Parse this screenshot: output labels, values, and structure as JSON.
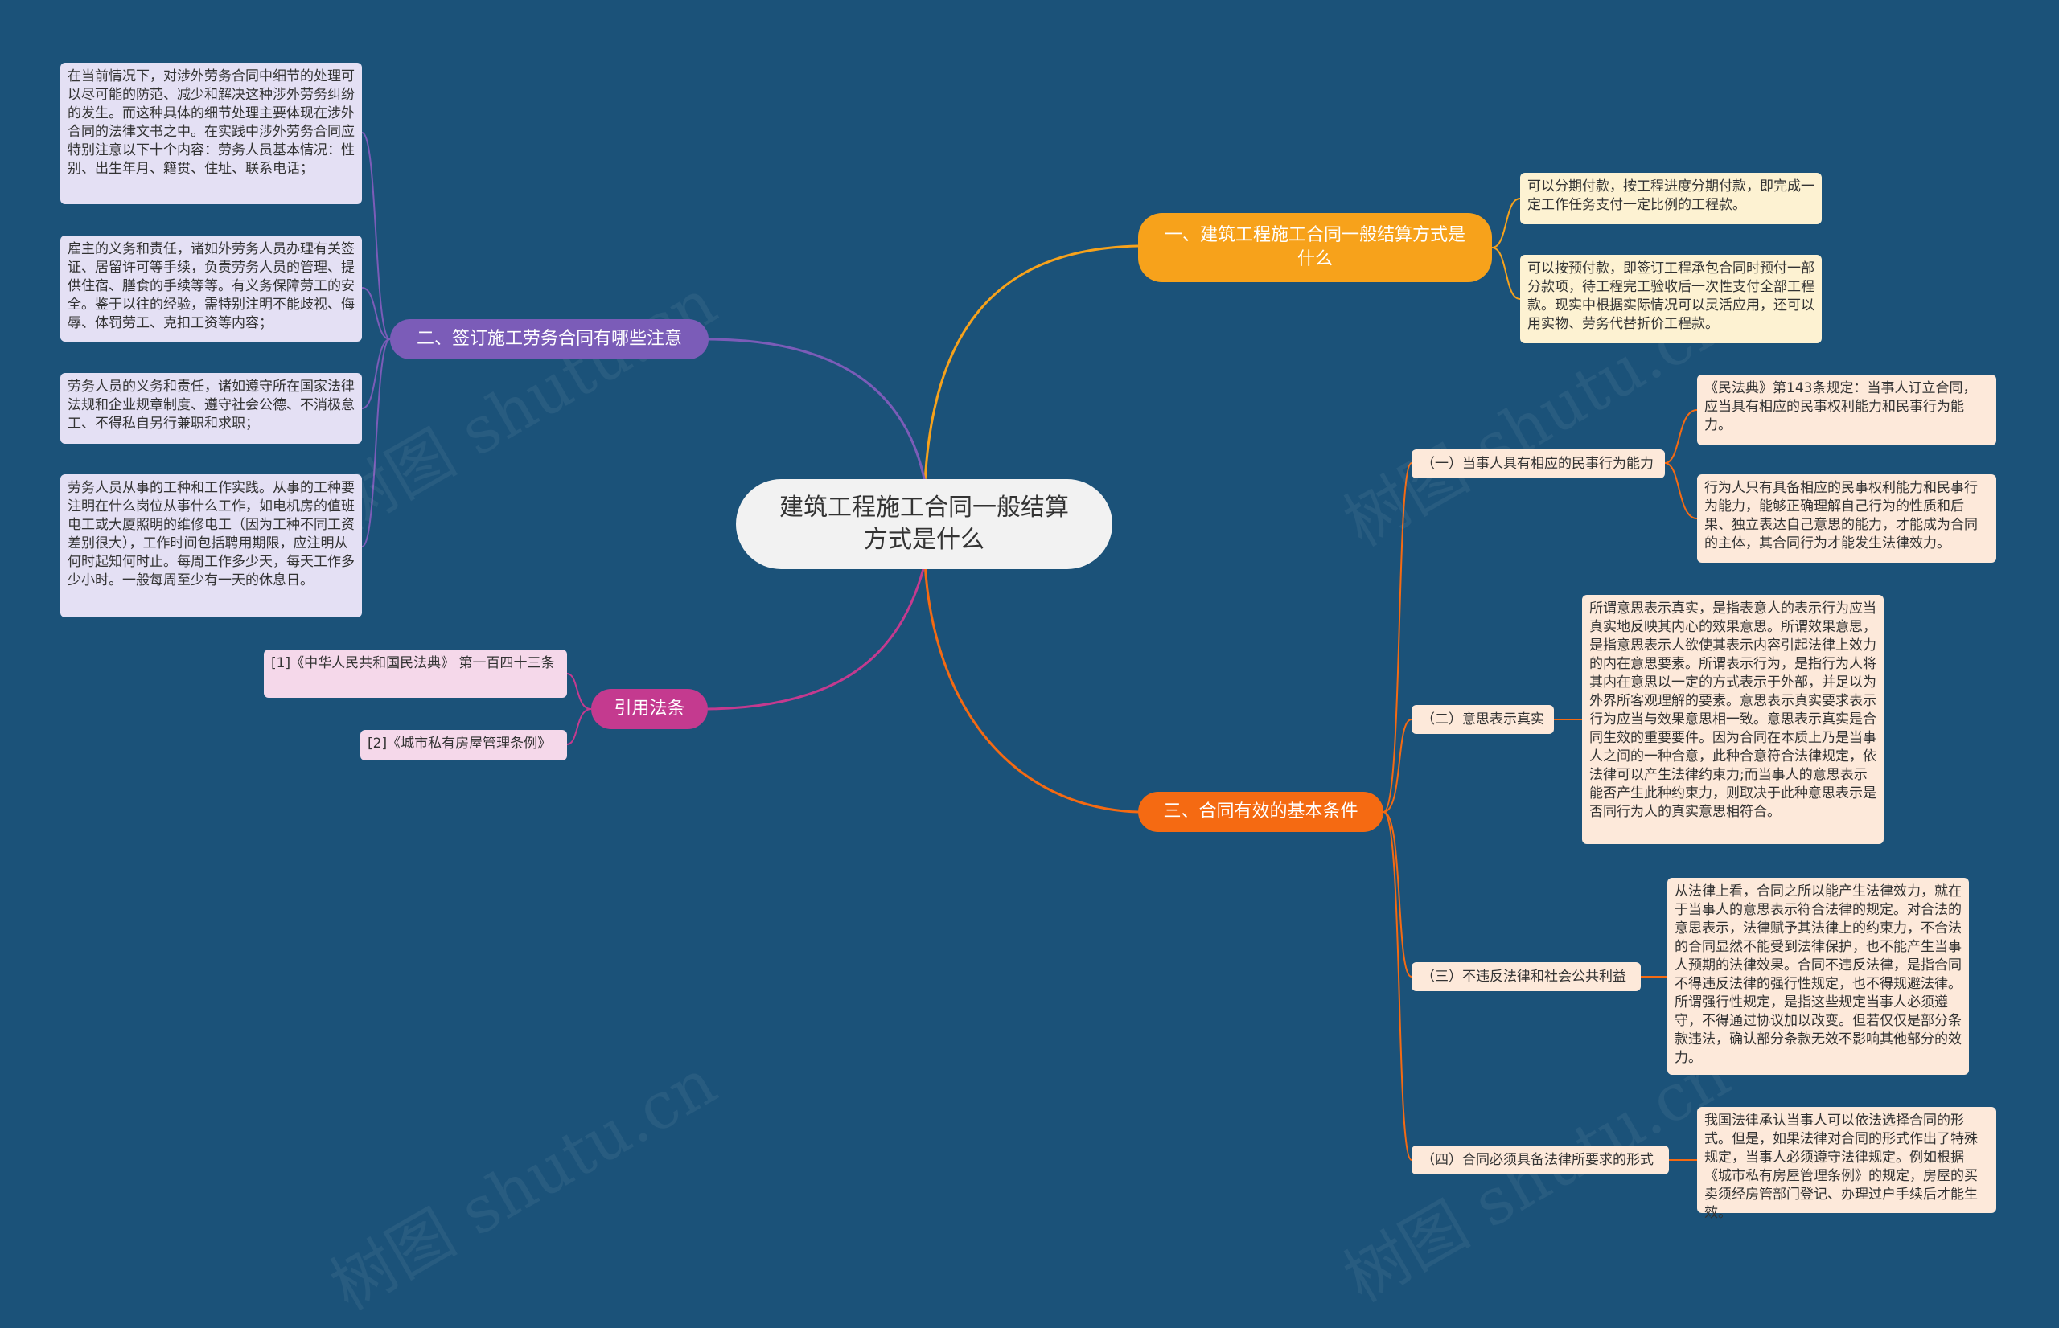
{
  "center": {
    "title": "建筑工程施工合同一般结算方式是什么"
  },
  "branches": {
    "b1": {
      "label": "一、建筑工程施工合同一般结算方式是什么",
      "color": "#f7a21b",
      "leaves": [
        "可以分期付款，按工程进度分期付款，即完成一定工作任务支付一定比例的工程款。",
        "可以按预付款，即签订工程承包合同时预付一部分款项，待工程完工验收后一次性支付全部工程款。现实中根据实际情况可以灵活应用，还可以用实物、劳务代替折价工程款。"
      ]
    },
    "b2": {
      "label": "二、签订施工劳务合同有哪些注意",
      "color": "#7b5cb8",
      "leaves": [
        "在当前情况下，对涉外劳务合同中细节的处理可以尽可能的防范、减少和解决这种涉外劳务纠纷的发生。而这种具体的细节处理主要体现在涉外合同的法律文书之中。在实践中涉外劳务合同应特别注意以下十个内容：劳务人员基本情况：性别、出生年月、籍贯、住址、联系电话；",
        "雇主的义务和责任，诸如外劳务人员办理有关签证、居留许可等手续，负责劳务人员的管理、提供住宿、膳食的手续等等。有义务保障劳工的安全。鉴于以往的经验，需特别注明不能歧视、侮辱、体罚劳工、克扣工资等内容；",
        "劳务人员的义务和责任，诸如遵守所在国家法律法规和企业规章制度、遵守社会公德、不消极怠工、不得私自另行兼职和求职；",
        "劳务人员从事的工种和工作实践。从事的工种要注明在什么岗位从事什么工作，如电机房的值班电工或大厦照明的维修电工（因为工种不同工资差别很大），工作时间包括聘用期限，应注明从何时起知何时止。每周工作多少天，每天工作多少小时。一般每周至少有一天的休息日。"
      ]
    },
    "b3": {
      "label": "三、合同有效的基本条件",
      "color": "#f56a12",
      "subs": [
        {
          "label": "（一）当事人具有相应的民事行为能力",
          "leaves": [
            "《民法典》第143条规定：当事人订立合同，应当具有相应的民事权利能力和民事行为能力。",
            "行为人只有具备相应的民事权利能力和民事行为能力，能够正确理解自己行为的性质和后果、独立表达自己意思的能力，才能成为合同的主体，其合同行为才能发生法律效力。"
          ]
        },
        {
          "label": "（二）意思表示真实",
          "leaves": [
            "所谓意思表示真实，是指表意人的表示行为应当真实地反映其内心的效果意思。所谓效果意思，是指意思表示人欲使其表示内容引起法律上效力的内在意思要素。所谓表示行为，是指行为人将其内在意思以一定的方式表示于外部，并足以为外界所客观理解的要素。意思表示真实要求表示行为应当与效果意思相一致。意思表示真实是合同生效的重要要件。因为合同在本质上乃是当事人之间的一种合意，此种合意符合法律规定，依法律可以产生法律约束力;而当事人的意思表示能否产生此种约束力，则取决于此种意思表示是否同行为人的真实意思相符合。"
          ]
        },
        {
          "label": "（三）不违反法律和社会公共利益",
          "leaves": [
            "从法律上看，合同之所以能产生法律效力，就在于当事人的意思表示符合法律的规定。对合法的意思表示，法律赋予其法律上的约束力，不合法的合同显然不能受到法律保护，也不能产生当事人预期的法律效果。合同不违反法律，是指合同不得违反法律的强行性规定，也不得规避法律。所谓强行性规定，是指这些规定当事人必须遵守，不得通过协议加以改变。但若仅仅是部分条款违法，确认部分条款无效不影响其他部分的效力。"
          ]
        },
        {
          "label": "（四）合同必须具备法律所要求的形式",
          "leaves": [
            "我国法律承认当事人可以依法选择合同的形式。但是，如果法律对合同的形式作出了特殊规定，当事人必须遵守法律规定。例如根据《城市私有房屋管理条例》的规定，房屋的买卖须经房管部门登记、办理过户手续后才能生效。"
          ]
        }
      ]
    },
    "b4": {
      "label": "引用法条",
      "color": "#c43a8f",
      "leaves": [
        "[1]《中华人民共和国民法典》 第一百四十三条",
        "[2]《城市私有房屋管理条例》"
      ]
    }
  },
  "watermark": "树图 shutu.cn"
}
